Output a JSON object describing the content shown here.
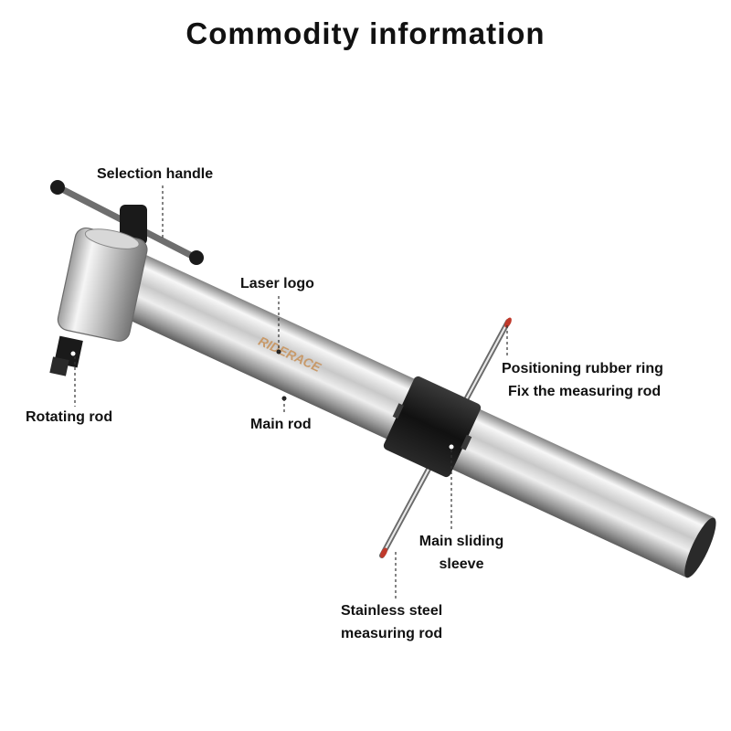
{
  "page": {
    "title": "Commodity information"
  },
  "brand_logo": {
    "text": "RIDERACE",
    "color": "#c89a6a"
  },
  "callouts": {
    "selection_handle": "Selection handle",
    "laser_logo": "Laser logo",
    "positioning_ring_line1": "Positioning rubber ring",
    "positioning_ring_line2": "Fix the measuring rod",
    "rotating_rod": "Rotating rod",
    "main_rod": "Main rod",
    "main_sliding_sleeve_line1": "Main sliding",
    "main_sliding_sleeve_line2": "sleeve",
    "steel_rod_line1": "Stainless steel",
    "steel_rod_line2": "measuring rod"
  },
  "colors": {
    "metal_light": "#f2f2f2",
    "metal_mid": "#c4c4c4",
    "metal_dark": "#7d7d7d",
    "black_part": "#1a1a1a",
    "rubber_ring": "#c0392b",
    "leader_line": "#333333"
  }
}
